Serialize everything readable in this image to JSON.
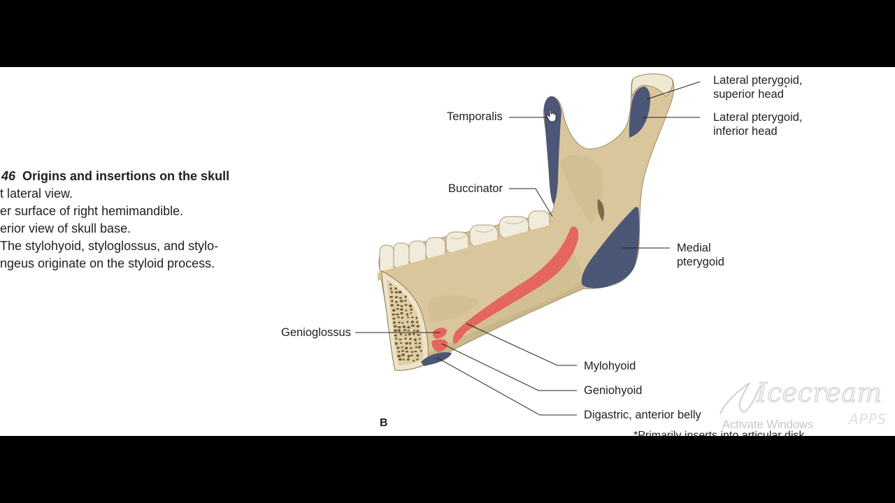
{
  "caption": {
    "figure_number": "46",
    "title": "Origins and insertions on the skull",
    "lines": [
      "t lateral view.",
      "er surface of right hemimandible.",
      "erior view of skull base.",
      "The stylohyoid, styloglossus, and stylo-",
      "ngeus originate on the styloid process."
    ]
  },
  "figure": {
    "panel_letter": "B",
    "labels": {
      "temporalis": "Temporalis",
      "lateral_pterygoid_superior": {
        "line1": "Lateral pterygoid,",
        "line2": "superior head",
        "footnote_mark": "*"
      },
      "lateral_pterygoid_inferior": {
        "line1": "Lateral pterygoid,",
        "line2": "inferior head"
      },
      "buccinator": "Buccinator",
      "medial_pterygoid": {
        "line1": "Medial",
        "line2": "pterygoid"
      },
      "genioglossus": "Genioglossus",
      "mylohyoid": "Mylohyoid",
      "geniohyoid": "Geniohyoid",
      "digastric_anterior_belly": "Digastric, anterior belly"
    },
    "footnote": "*Primarily inserts into articular disk"
  },
  "overlay": {
    "activate_windows": "Activate Windows",
    "logo": {
      "name": "Icecream",
      "sub": "APPS"
    },
    "cursor": "hand-cursor-icon"
  },
  "colors": {
    "background": "#ffffff",
    "letterbox": "#000000",
    "text": "#1f1f1f",
    "bone": "#d9c69d",
    "muscle_blue": "#4c5676",
    "muscle_red": "#e4665c"
  }
}
